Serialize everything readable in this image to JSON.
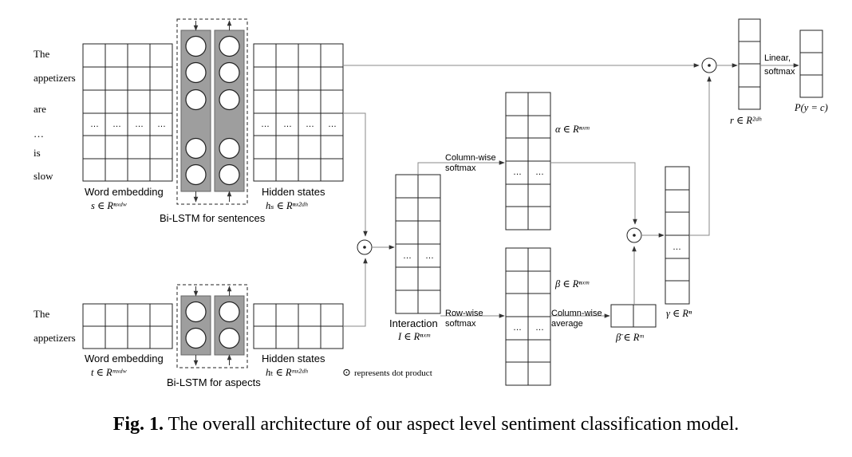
{
  "sentence_words": [
    "The",
    "appetizers",
    "are",
    "…",
    "is",
    "slow"
  ],
  "aspect_words": [
    "The",
    "appetizers"
  ],
  "ellipsis": "…",
  "labels": {
    "word_embedding_s": "Word embedding",
    "word_embedding_s_math": "s ∈ Rⁿˣᵈʷ",
    "hidden_states_s": "Hidden states",
    "hidden_states_s_math": "hₛ ∈ Rⁿˣ²ᵈʰ",
    "bilstm_sentences": "Bi-LSTM for sentences",
    "word_embedding_t": "Word embedding",
    "word_embedding_t_math": "t ∈ Rᵐˣᵈʷ",
    "hidden_states_t": "Hidden states",
    "hidden_states_t_math": "hₜ ∈ Rᵐˣ²ᵈʰ",
    "bilstm_aspects": "Bi-LSTM for aspects",
    "dot_legend": "represents dot product",
    "interaction": "Interaction",
    "interaction_math": "I ∈ Rⁿˣᵐ",
    "col_softmax_1": "Column-wise",
    "col_softmax_2": "softmax",
    "row_softmax_1": "Row-wise",
    "row_softmax_2": "softmax",
    "alpha_math": "α ∈ Rⁿˣᵐ",
    "beta_math": "β ∈ Rⁿˣᵐ",
    "col_avg_1": "Column-wise",
    "col_avg_2": "average",
    "beta_bar_math": "β̄ ∈ Rᵐ",
    "gamma_math": "γ ∈ Rⁿ",
    "r_math": "r ∈ R²ᵈʰ",
    "linear_1": "Linear,",
    "linear_2": "softmax",
    "output_math": "P(y = c)",
    "dot_symbol": "⊙"
  },
  "caption": {
    "prefix": "Fig. 1.",
    "text": "The overall architecture of our aspect level sentiment classification model."
  }
}
